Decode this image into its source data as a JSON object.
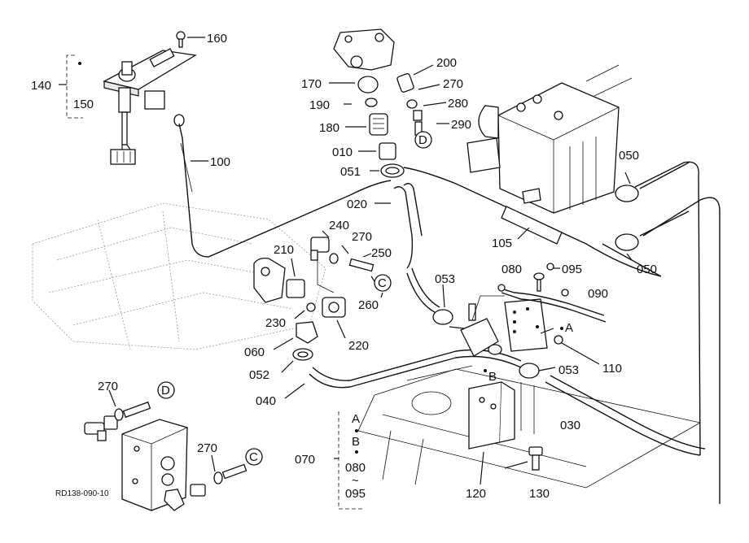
{
  "diagram_code": "RD138-090-10",
  "labels": {
    "p160": "160",
    "p140": "140",
    "p150": "150",
    "p100": "100",
    "p170": "170",
    "p190": "190",
    "p180": "180",
    "p010": "010",
    "p051": "051",
    "p020": "020",
    "p200": "200",
    "p270a": "270",
    "p280": "280",
    "p290": "290",
    "p050a": "050",
    "p050b": "050",
    "p105": "105",
    "p240": "240",
    "p270b": "270",
    "p250": "250",
    "p210": "210",
    "p260": "260",
    "p230": "230",
    "p220": "220",
    "p060": "060",
    "p052": "052",
    "p040": "040",
    "p053a": "053",
    "p053b": "053",
    "p080": "080",
    "p095": "095",
    "p090": "090",
    "p110": "110",
    "p030": "030",
    "p120": "120",
    "p130": "130",
    "p070": "070",
    "p270c": "270",
    "p270d": "270"
  },
  "callouts": {
    "a": "A",
    "b": "B",
    "c1": "C",
    "c2": "C",
    "d1": "D",
    "d2": "D"
  },
  "legend_070": {
    "a": "A",
    "b": "B",
    "from": "080",
    "tilde": "~",
    "to": "095"
  }
}
